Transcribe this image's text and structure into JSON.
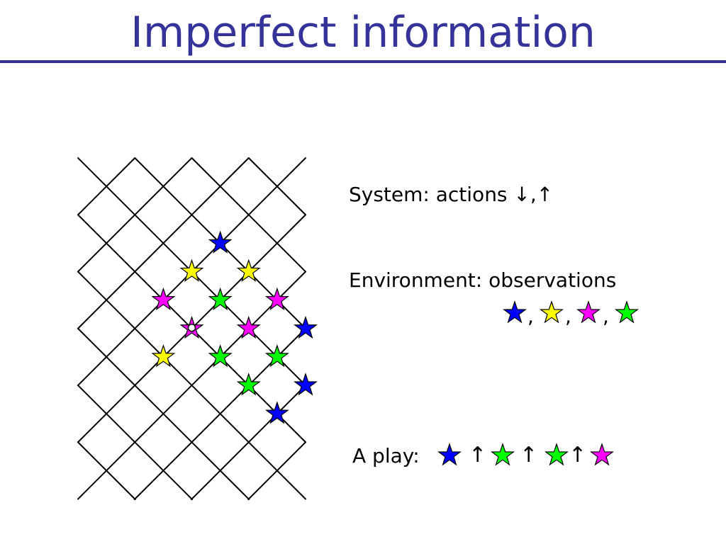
{
  "slide": {
    "title": "Imperfect information",
    "title_color": "#333399"
  },
  "text": {
    "system_label": "System: actions ↓,↑",
    "environment_label": "Environment: observations",
    "observation_separator": ",",
    "play_label": "A play:",
    "up_arrow": "↑"
  },
  "colors": {
    "blue": "#0000FF",
    "yellow": "#FFFF00",
    "magenta": "#FF00FF",
    "green": "#00FF00",
    "grid": "#000000"
  },
  "grid_stars": [
    {
      "row": 3,
      "col": 5,
      "color": "blue"
    },
    {
      "row": 4,
      "col": 4,
      "color": "yellow"
    },
    {
      "row": 4,
      "col": 6,
      "color": "yellow"
    },
    {
      "row": 5,
      "col": 3,
      "color": "magenta"
    },
    {
      "row": 5,
      "col": 5,
      "color": "green"
    },
    {
      "row": 5,
      "col": 7,
      "color": "magenta"
    },
    {
      "row": 6,
      "col": 4,
      "color": "magenta",
      "start_marker": true
    },
    {
      "row": 6,
      "col": 6,
      "color": "magenta"
    },
    {
      "row": 6,
      "col": 8,
      "color": "blue"
    },
    {
      "row": 7,
      "col": 3,
      "color": "yellow"
    },
    {
      "row": 7,
      "col": 5,
      "color": "green"
    },
    {
      "row": 7,
      "col": 7,
      "color": "green"
    },
    {
      "row": 8,
      "col": 6,
      "color": "green"
    },
    {
      "row": 8,
      "col": 8,
      "color": "blue"
    },
    {
      "row": 9,
      "col": 7,
      "color": "blue"
    }
  ],
  "observations": [
    "blue",
    "yellow",
    "magenta",
    "green"
  ],
  "play_sequence": [
    "blue",
    "green",
    "green",
    "magenta"
  ]
}
